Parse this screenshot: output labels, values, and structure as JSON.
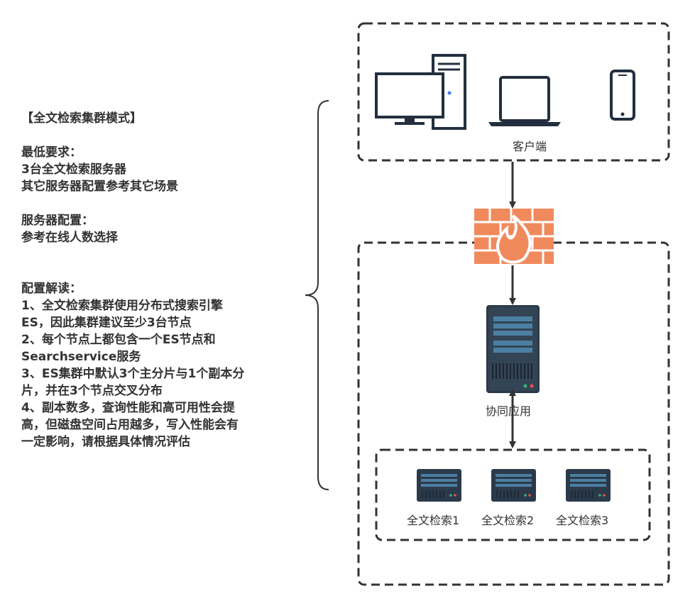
{
  "notes": {
    "title": "【全文检索集群模式】",
    "min_req_heading": "最低要求：",
    "min_req_lines": [
      "3台全文检索服务器",
      "其它服务器配置参考其它场景"
    ],
    "server_config_heading": "服务器配置：",
    "server_config_lines": [
      "参考在线人数选择"
    ],
    "interpret_heading": "配置解读：",
    "interpret_lines": [
      "1、全文检索集群使用分布式搜索引擎",
      "ES，因此集群建议至少3台节点",
      "2、每个节点上都包含一个ES节点和",
      "Searchservice服务",
      "3、ES集群中默认3个主分片与1个副本分",
      "片，并在3个节点交叉分布",
      "4、副本数多，查询性能和高可用性会提",
      "高，但磁盘空间占用越多，写入性能会有",
      "一定影响，请根据具体情况评估"
    ]
  },
  "diagram": {
    "client_label": "客户端",
    "coord_label": "协同应用",
    "search_nodes": [
      "全文检索1",
      "全文检索2",
      "全文检索3"
    ]
  },
  "colors": {
    "firewall": "#F08A5D",
    "server_dark": "#2B3A4A",
    "server_stripe": "#4C7FA3",
    "device_fill": "#ffffff",
    "device_stroke": "#232F3E"
  }
}
